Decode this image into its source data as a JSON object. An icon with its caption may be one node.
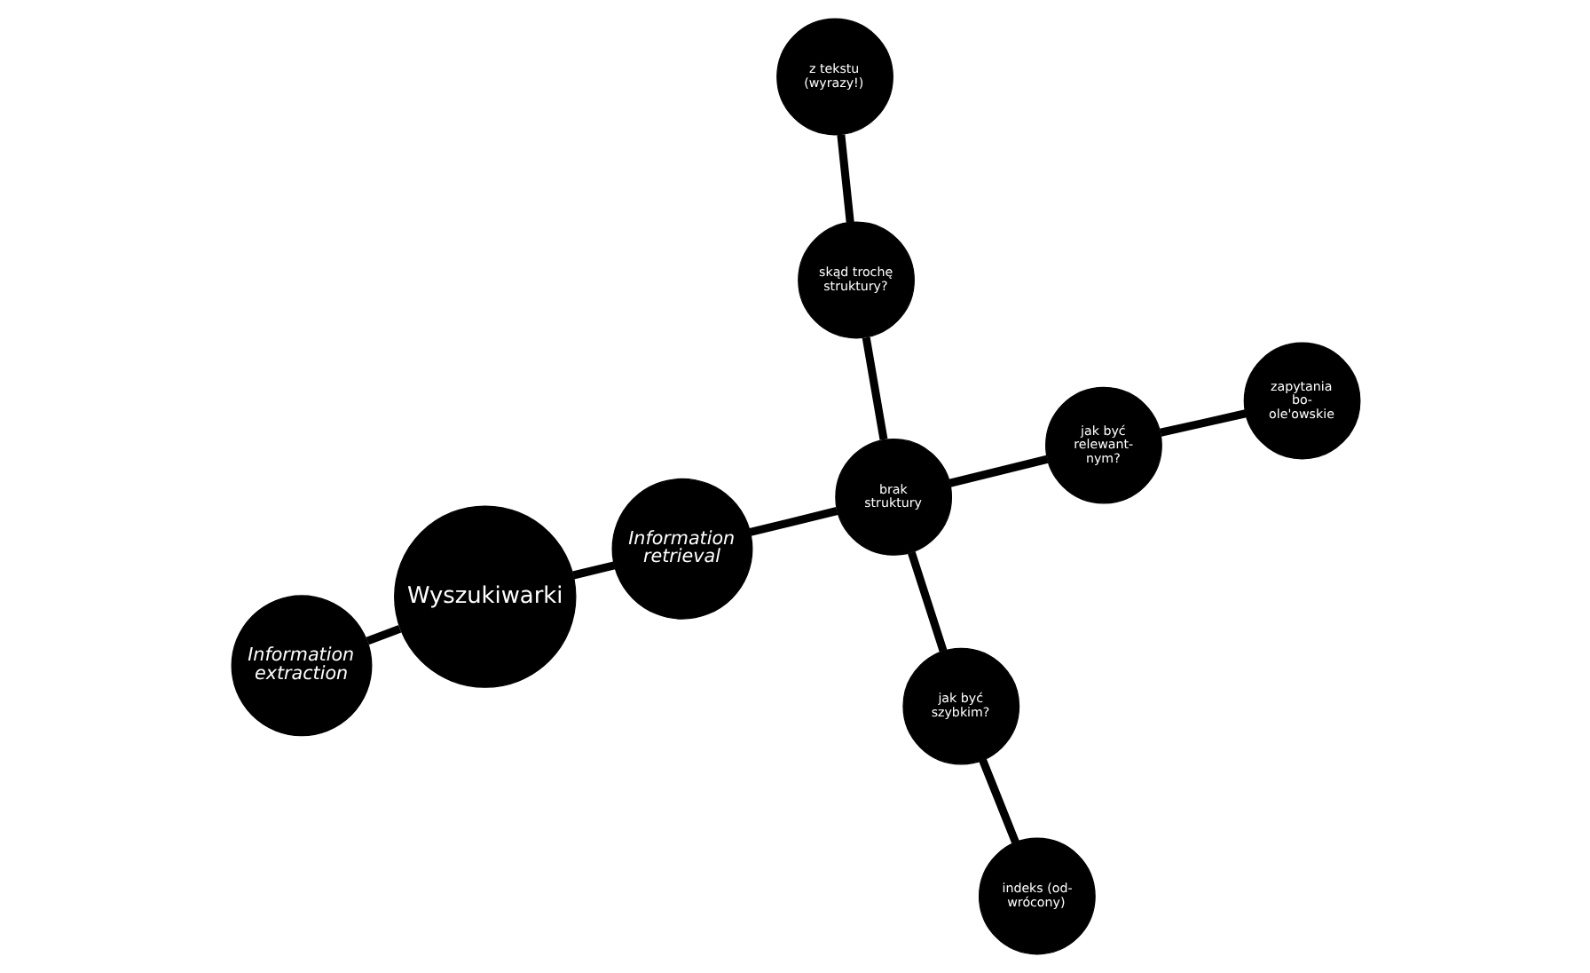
{
  "diagram": {
    "nodes": [
      {
        "text": [
          "Wyszukiwarki"
        ]
      },
      {
        "text": [
          "Information retrieval"
        ]
      },
      {
        "text": [
          "Information extraction"
        ]
      },
      {
        "text": [
          "brak struktury"
        ]
      },
      {
        "text": [
          "skąd trochę struktury?"
        ]
      },
      {
        "text": [
          "z tekstu (wyrazy!)"
        ]
      },
      {
        "text": [
          "jak być szybkim?"
        ]
      },
      {
        "text": [
          "indeks (od- wrócony)"
        ]
      },
      {
        "text": [
          "jak być relewant- nym?"
        ]
      },
      {
        "text": [
          "zapytania bo- ole'owskie"
        ]
      }
    ],
    "edges": [
      {
        "from": 0,
        "to": 1,
        "arrow": "none"
      },
      {
        "from": 0,
        "to": 2,
        "arrow": "none"
      },
      {
        "from": 1,
        "to": 3,
        "arrow": "none"
      },
      {
        "from": 3,
        "to": 4,
        "arrow": "none"
      },
      {
        "from": 4,
        "to": 5,
        "arrow": "none"
      },
      {
        "from": 3,
        "to": 6,
        "arrow": "none"
      },
      {
        "from": 6,
        "to": 7,
        "arrow": "none"
      },
      {
        "from": 3,
        "to": 8,
        "arrow": "none"
      },
      {
        "from": 8,
        "to": 9,
        "arrow": "none"
      }
    ]
  }
}
